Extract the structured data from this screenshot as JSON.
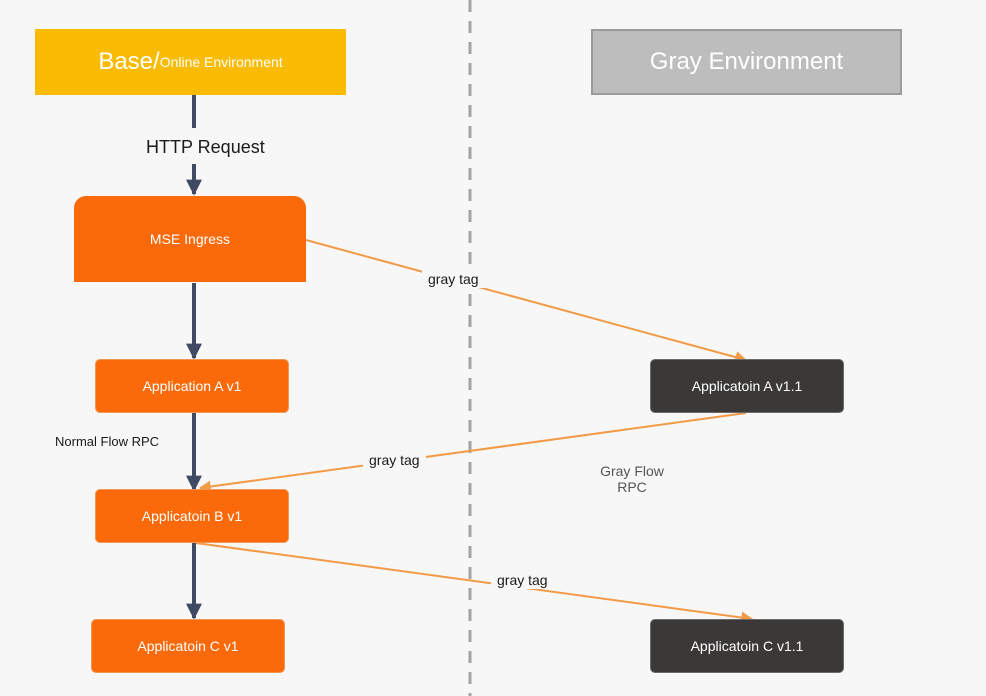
{
  "header": {
    "base_main": "Base/",
    "base_sub": "Online Environment",
    "gray": "Gray Environment"
  },
  "labels": {
    "http_request": "HTTP Request",
    "normal_flow": "Normal Flow RPC",
    "gray_flow_line1": "Gray Flow",
    "gray_flow_line2": "RPC"
  },
  "nodes": {
    "ingress": "MSE Ingress",
    "app_a_v1": "Application A v1",
    "app_b_v1": "Applicatoin B v1",
    "app_c_v1": "Applicatoin C v1",
    "app_a_v11": "Applicatoin A v1.1",
    "app_c_v11": "Applicatoin C v1.1"
  },
  "edges": {
    "tag1": "gray tag",
    "tag2": "gray tag",
    "tag3": "gray tag"
  },
  "colors": {
    "base_header": "#f9bb03",
    "gray_header": "#bdbdbd",
    "node_orange": "#fb6a0a",
    "node_dark": "#3b3938",
    "normal_arrow": "#404b63",
    "gray_arrow": "#f29a46",
    "divider": "#a3a3a3"
  }
}
